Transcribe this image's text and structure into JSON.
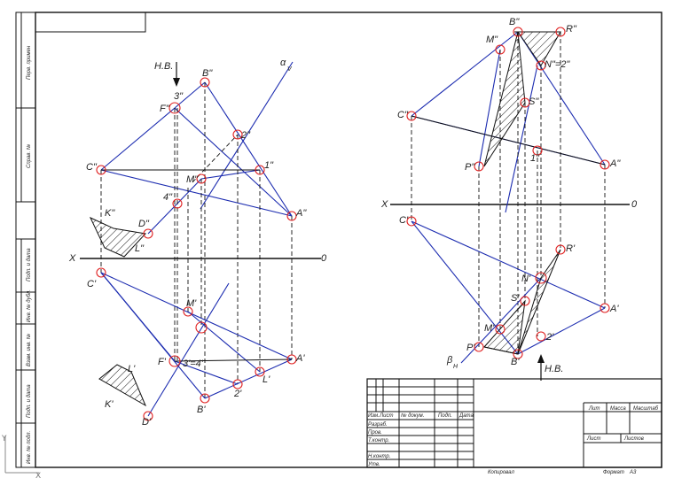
{
  "side_strip": [
    "Перв. примен",
    "Справ. №",
    "Подп. и дата",
    "Инв. № дубл.",
    "Взам. инв. №",
    "Подп. и дата",
    "Инв. № подл."
  ],
  "title_block": {
    "rows": [
      "Изм.",
      "Лист",
      "№ докум.",
      "Подп.",
      "Дата"
    ],
    "roles": [
      "Разраб.",
      "Пров.",
      "Т.контр.",
      "Н.контр.",
      "Утв."
    ],
    "lit": "Лит",
    "mass": "Масса",
    "scale": "Масштаб",
    "sheet": "Лист",
    "sheets": "Листов",
    "copied": "Копировал",
    "format": "Формат",
    "format_value": "A3"
  },
  "left_view": {
    "axis_x": "X",
    "axis_0": "0",
    "hv_label": "Н.В.",
    "plane_label": "α",
    "plane_sub": "V",
    "points_front": {
      "B": "B\"",
      "F": "F\"",
      "three": "3\"",
      "two": "2\"",
      "C": "C\"",
      "one": "1\"",
      "four": "4\"",
      "M": "M\"",
      "A": "A\"",
      "K": "K\"",
      "D": "D\"",
      "L": "L\""
    },
    "points_top": {
      "C": "C'",
      "M": "M'",
      "F": "F'",
      "three": "3'=4'",
      "L": "L'",
      "A": "A'",
      "two": "2'",
      "B": "B'",
      "K": "K'",
      "D": "D'",
      "L2": "L'"
    }
  },
  "right_view": {
    "axis_x": "X",
    "axis_0": "0",
    "hv_label": "Н.В.",
    "plane_label": "β",
    "plane_sub": "H",
    "points_front": {
      "B": "B\"",
      "R": "R\"",
      "M": "M\"",
      "N": "N\"=2\"",
      "C": "C\"",
      "S": "S\"",
      "P": "P\"",
      "one": "1\"",
      "A": "A\""
    },
    "points_top": {
      "C": "C'",
      "R": "R'",
      "N": "N'",
      "S": "S'",
      "A": "A'",
      "M": "M'",
      "P": "P'",
      "B": "B'",
      "two": "2'"
    }
  }
}
